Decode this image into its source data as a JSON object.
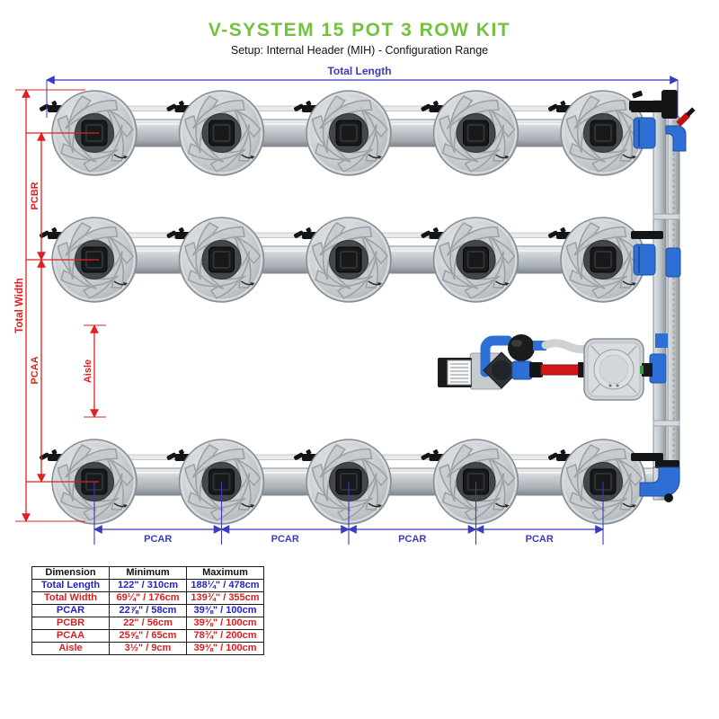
{
  "title": "V-SYSTEM 15 POT 3 ROW KIT",
  "subtitle": "Setup: Internal Header (MIH) - Configuration Range",
  "diagram": {
    "labels": {
      "total_length": "Total Length",
      "total_width": "Total Width",
      "pcbr": "PCBR",
      "pcaa": "PCAA",
      "aisle": "Aisle",
      "pcar": "PCAR"
    },
    "pot_count": 15,
    "rows": 3,
    "pots_per_row": 5,
    "colors": {
      "title_green": "#72c23e",
      "dimension_blue": "#3a3ac2",
      "dimension_red": "#e02020",
      "fitting_blue": "#2e6fd6",
      "pipe_gray": "#b9bec3",
      "hose_red": "#cf1717"
    }
  },
  "table": {
    "headers": [
      "Dimension",
      "Minimum",
      "Maximum"
    ],
    "rows": [
      {
        "dimension": "Total Length",
        "min": "122\" / 310cm",
        "max": "188¼\" / 478cm",
        "color": "blue"
      },
      {
        "dimension": "Total Width",
        "min": "69¼\" / 176cm",
        "max": "139¾\" / 355cm",
        "color": "red"
      },
      {
        "dimension": "PCAR",
        "min": "22⅞\" / 58cm",
        "max": "39⅜\" / 100cm",
        "color": "blue"
      },
      {
        "dimension": "PCBR",
        "min": "22\" / 56cm",
        "max": "39⅜\" / 100cm",
        "color": "red"
      },
      {
        "dimension": "PCAA",
        "min": "25⅝\" / 65cm",
        "max": "78¾\" / 200cm",
        "color": "red"
      },
      {
        "dimension": "Aisle",
        "min": "3½\" / 9cm",
        "max": "39⅜\" / 100cm",
        "color": "red"
      }
    ]
  }
}
